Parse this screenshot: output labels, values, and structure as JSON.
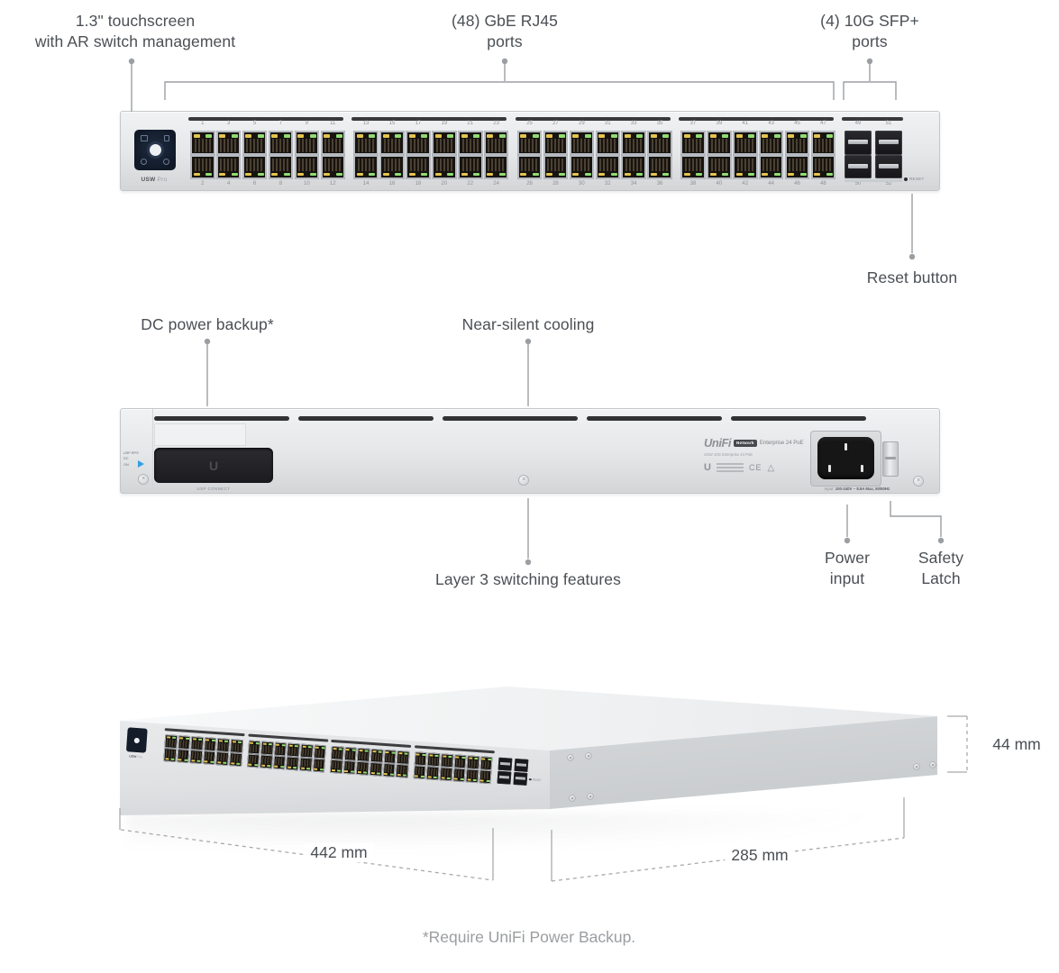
{
  "callouts": {
    "touchscreen_line1": "1.3\" touchscreen",
    "touchscreen_line2": "with AR switch management",
    "rj45_line1": "(48) GbE RJ45",
    "rj45_line2": "ports",
    "sfp_line1": "(4) 10G SFP+",
    "sfp_line2": "ports",
    "reset": "Reset button",
    "dc_backup": "DC power backup*",
    "cooling": "Near-silent cooling",
    "layer3": "Layer 3 switching features",
    "power_line1": "Power",
    "power_line2": "input",
    "latch_line1": "Safety",
    "latch_line2": "Latch"
  },
  "dimensions": {
    "width": "442 mm",
    "depth": "285 mm",
    "height": "44 mm"
  },
  "footnote": "*Require UniFi Power Backup.",
  "front_panel": {
    "model_bold": "USW",
    "model_light": "Pro",
    "rj45_count": 48,
    "groups": 4,
    "rows": 2,
    "sfp_top": [
      "49",
      "51"
    ],
    "sfp_bottom": [
      "50",
      "52"
    ],
    "reset_label": "RESET"
  },
  "back_panel": {
    "rps_label": "USP RPS",
    "rps_sub1": "DC",
    "rps_sub2": "ON",
    "usp_connect": "USP CONNECT",
    "brand": "UniFi",
    "badge": "Network",
    "product": "Enterprise 24 PoE",
    "model_line": "USW 10G Enterprise 24 PoE",
    "ce_mark": "CE",
    "tri_mark": "△",
    "power_spec_label": "Input:",
    "power_spec": "100-240V ~ 8.5A Max, 50/60Hz"
  },
  "colors": {
    "led_yellow": "#e4c44e",
    "led_green": "#90dc74",
    "accent_blue": "#31a0e0",
    "line": "#9b9fa3",
    "text": "#4b4f54"
  }
}
